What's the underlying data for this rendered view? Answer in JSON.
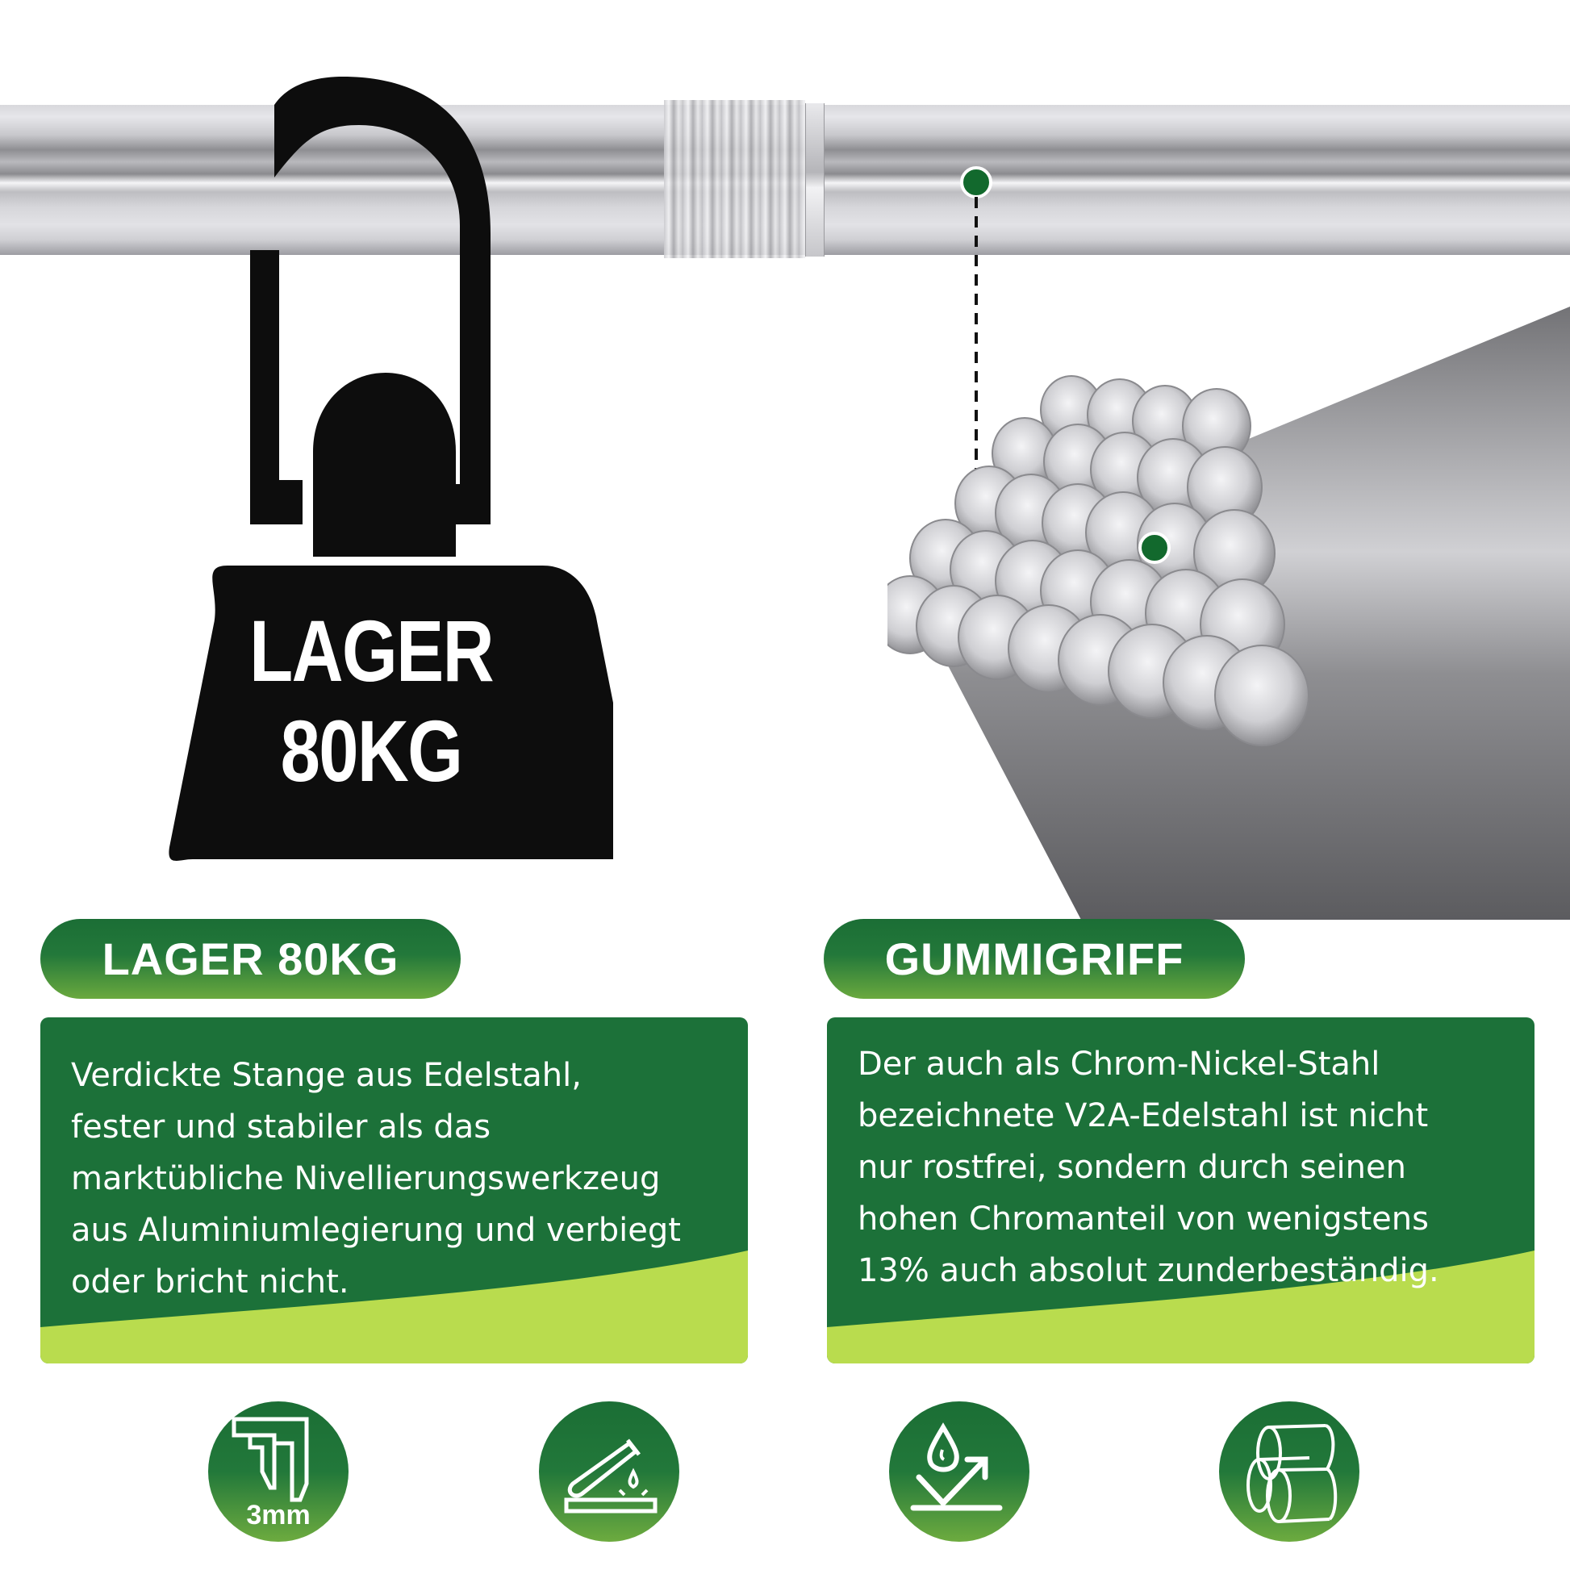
{
  "hero": {
    "weight_label_line1": "LAGER",
    "weight_label_line2": "80KG",
    "icon_hook": "hook-icon",
    "icon_weight": "weight-icon"
  },
  "features": [
    {
      "title": "LAGER 80KG",
      "description": "Verdickte Stange aus Edelstahl,\nfester und stabiler als das\nmarktübliche Nivellierungswerkzeug\naus Aluminiumlegierung und verbiegt\noder bricht nicht."
    },
    {
      "title": "GUMMIGRIFF",
      "description": "Der auch als Chrom-Nickel-Stahl\nbezeichnete V2A-Edelstahl ist nicht\nnur rostfrei, sondern durch seinen\nhohen Chromanteil von wenigstens\n13% auch absolut zunderbeständig."
    }
  ],
  "badges": [
    {
      "icon": "caliper-icon",
      "label": "3mm"
    },
    {
      "icon": "test-tube-icon",
      "label": ""
    },
    {
      "icon": "water-repellent-icon",
      "label": ""
    },
    {
      "icon": "pipes-icon",
      "label": ""
    }
  ],
  "colors": {
    "dark_green": "#1c7139",
    "light_green": "#b9dc4e",
    "gradient_bottom": "#6aa93e",
    "hook_black": "#0d0d0d"
  }
}
